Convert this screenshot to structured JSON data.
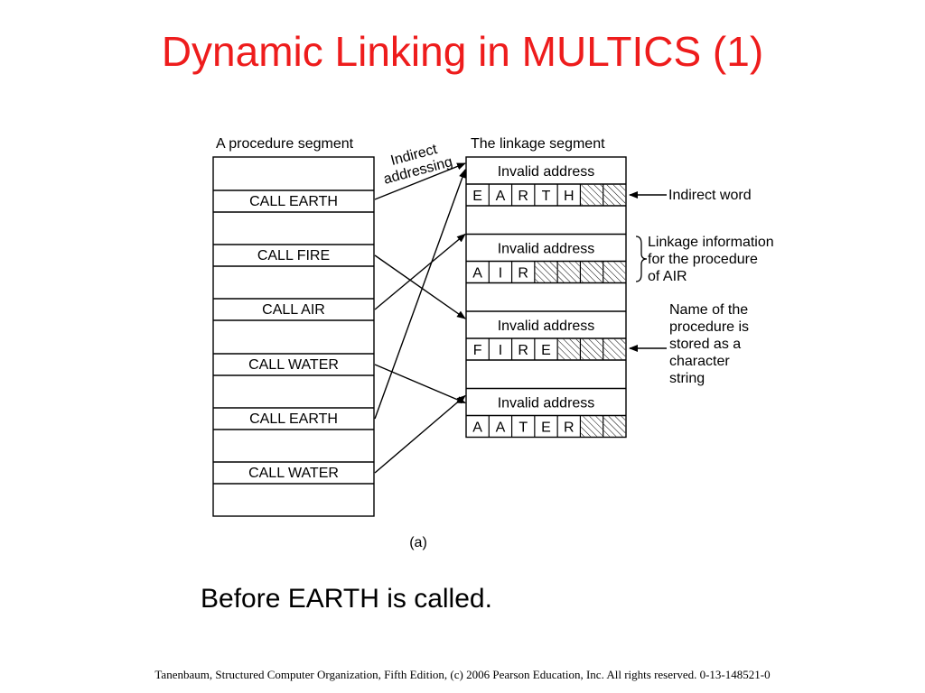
{
  "title": "Dynamic Linking in MULTICS (1)",
  "caption": "Before EARTH is called.",
  "footer": "Tanenbaum, Structured Computer Organization, Fifth Edition, (c) 2006 Pearson Education, Inc. All rights reserved. 0-13-148521-0",
  "figure": {
    "sublabel": "(a)",
    "procedure_segment": {
      "label": "A procedure segment",
      "calls": [
        "CALL EARTH",
        "CALL FIRE",
        "CALL AIR",
        "CALL WATER",
        "CALL EARTH",
        "CALL WATER"
      ]
    },
    "indirect_addressing_label": [
      "Indirect",
      "addressing"
    ],
    "linkage_segment": {
      "label": "The linkage segment",
      "invalid_address_label": "Invalid address",
      "entries": [
        {
          "name": [
            "E",
            "A",
            "R",
            "T",
            "H"
          ]
        },
        {
          "name": [
            "A",
            "I",
            "R"
          ]
        },
        {
          "name": [
            "F",
            "I",
            "R",
            "E"
          ]
        },
        {
          "name": [
            "A",
            "A",
            "T",
            "E",
            "R"
          ]
        }
      ]
    },
    "annotations": {
      "indirect_word": "Indirect word",
      "linkage_info": [
        "Linkage information",
        "for the procedure",
        "of AIR"
      ],
      "name_stored": [
        "Name of the",
        "procedure is",
        "stored as a",
        "character",
        "string"
      ]
    }
  }
}
